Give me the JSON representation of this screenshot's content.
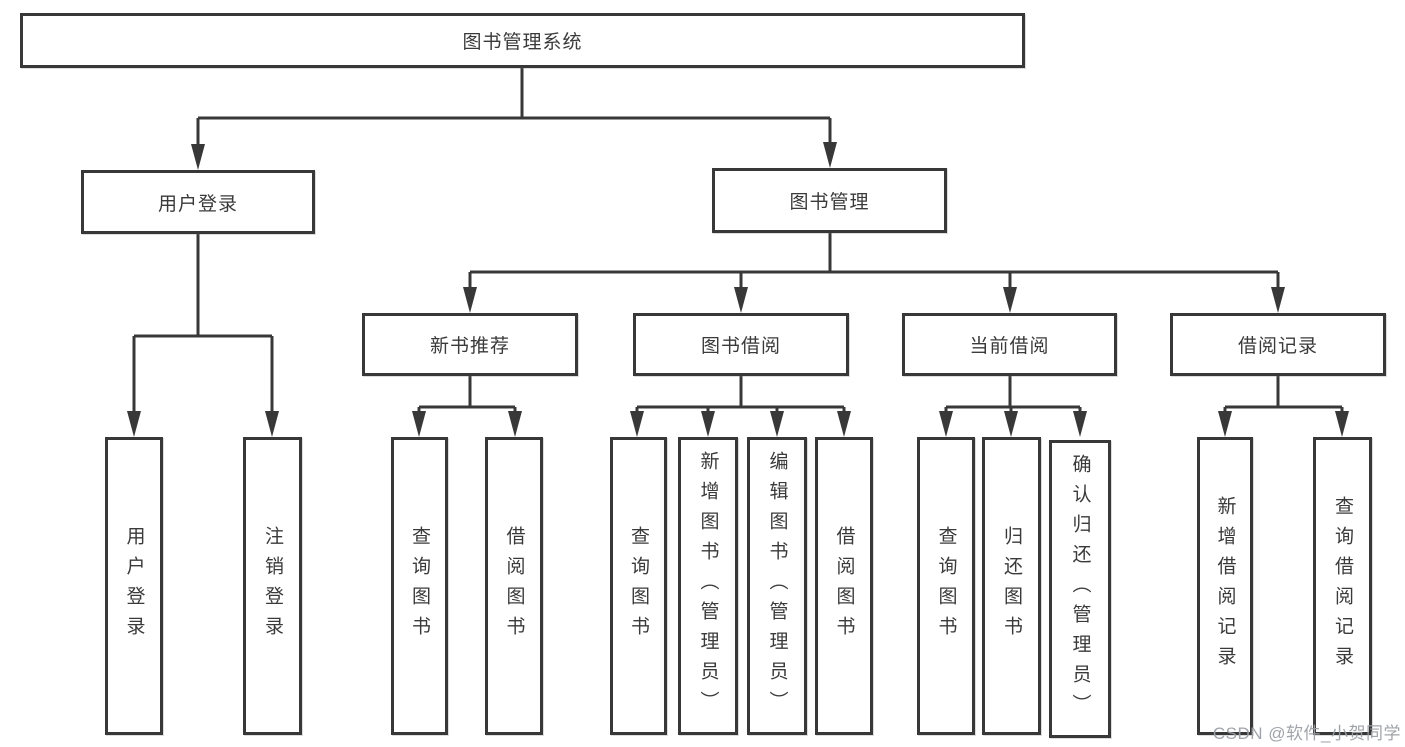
{
  "diagram_type": "function-tree",
  "tree": {
    "root_label": "图书管理系统",
    "branches": [
      {
        "label": "用户登录",
        "children": [
          {
            "label": "用户登录"
          },
          {
            "label": "注销登录"
          }
        ]
      },
      {
        "label": "图书管理",
        "children": [
          {
            "label": "新书推荐",
            "children": [
              {
                "label": "查询图书"
              },
              {
                "label": "借阅图书"
              }
            ]
          },
          {
            "label": "图书借阅",
            "children": [
              {
                "label": "查询图书"
              },
              {
                "label": "新增图书（管理员）"
              },
              {
                "label": "编辑图书（管理员）"
              },
              {
                "label": "借阅图书"
              }
            ]
          },
          {
            "label": "当前借阅",
            "children": [
              {
                "label": "查询图书"
              },
              {
                "label": "归还图书"
              },
              {
                "label": "确认归还（管理员）"
              }
            ]
          },
          {
            "label": "借阅记录",
            "children": [
              {
                "label": "新增借阅记录"
              },
              {
                "label": "查询借阅记录"
              }
            ]
          }
        ]
      }
    ]
  },
  "watermark": {
    "text": "CSDN @软件_小贺同学"
  },
  "colors": {
    "background": "#ffffff",
    "line": "#383838",
    "box_border": "#383838",
    "box_fill": "#ffffff",
    "text": "#3a3a3a",
    "watermark": "#9ba0a6"
  }
}
